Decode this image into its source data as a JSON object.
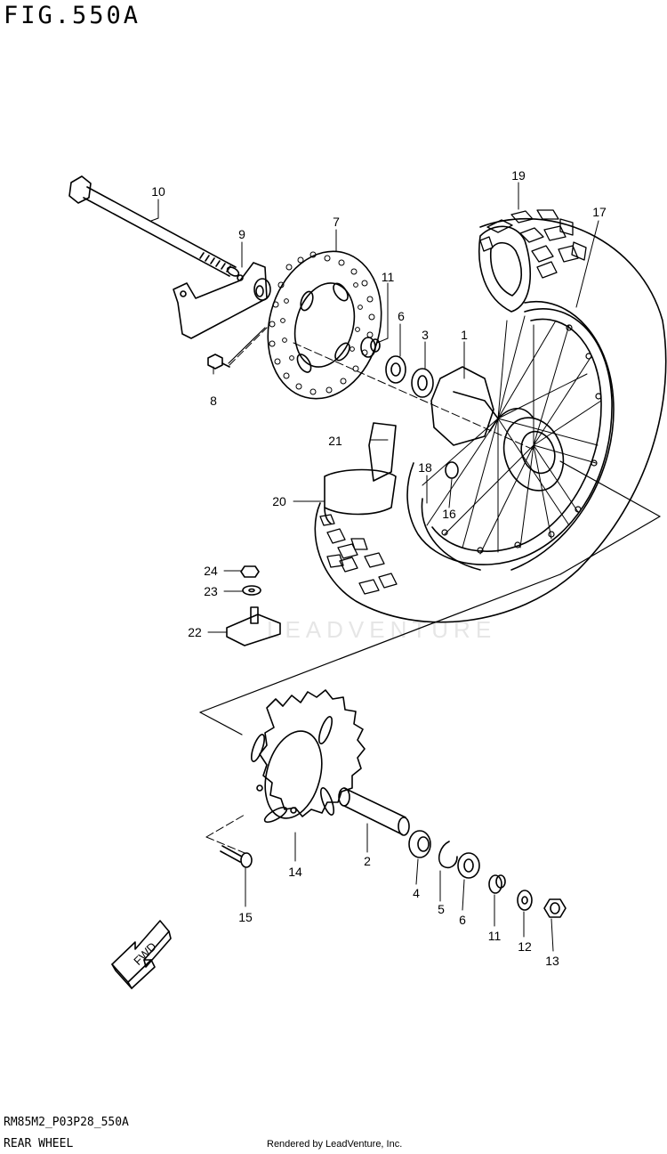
{
  "title": "FIG.550A",
  "watermark": "LEADVENTURE",
  "footer": {
    "code": "RM85M2_P03P28_550A",
    "name": "REAR WHEEL",
    "credit": "Rendered by LeadVenture, Inc."
  },
  "fwd_label": "FWD",
  "callouts": [
    "1",
    "2",
    "3",
    "4",
    "5",
    "6",
    "6",
    "7",
    "8",
    "9",
    "10",
    "11",
    "11",
    "12",
    "13",
    "14",
    "15",
    "16",
    "17",
    "18",
    "19",
    "20",
    "21",
    "22",
    "23",
    "24"
  ]
}
